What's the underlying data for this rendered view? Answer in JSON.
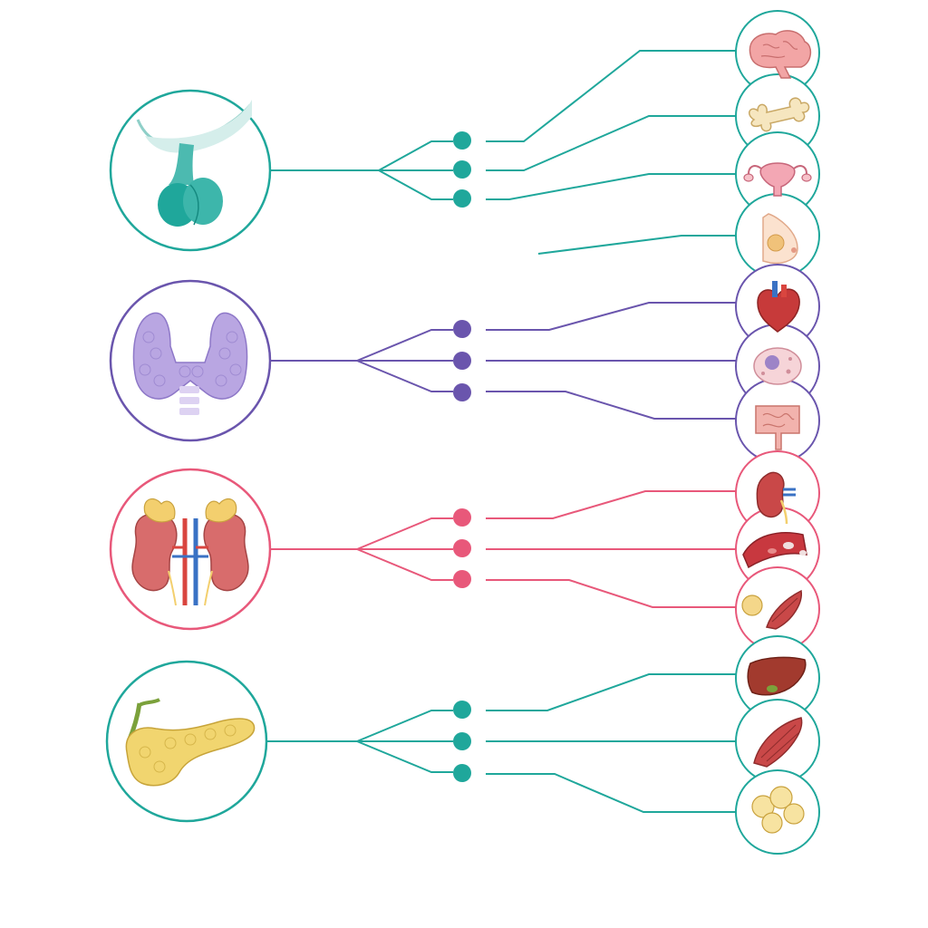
{
  "diagram": {
    "description_visible_text": "",
    "colors": {
      "pituitary": "#1fa79b",
      "thyroid": "#6a55ad",
      "adrenal_kidney": "#e8587a",
      "pancreas": "#1fa79b",
      "background": "#ffffff"
    },
    "glands": [
      {
        "id": "pituitary",
        "icon": "pituitary-gland-icon",
        "color_key": "pituitary",
        "hormone_nodes": 3,
        "targets": [
          "brain-icon",
          "bone-icon",
          "uterus-ovaries-icon",
          "breast-icon"
        ]
      },
      {
        "id": "thyroid",
        "icon": "thyroid-gland-icon",
        "color_key": "thyroid",
        "hormone_nodes": 3,
        "targets": [
          "heart-icon",
          "cell-icon",
          "intestine-icon"
        ]
      },
      {
        "id": "adrenal",
        "icon": "adrenal-kidneys-icon",
        "color_key": "adrenal_kidney",
        "hormone_nodes": 3,
        "targets": [
          "kidney-icon",
          "blood-vessel-icon",
          "muscle-fat-icon"
        ]
      },
      {
        "id": "pancreas",
        "icon": "pancreas-icon",
        "color_key": "pancreas",
        "hormone_nodes": 3,
        "targets": [
          "liver-icon",
          "muscle-icon",
          "fat-cells-icon"
        ]
      }
    ]
  }
}
